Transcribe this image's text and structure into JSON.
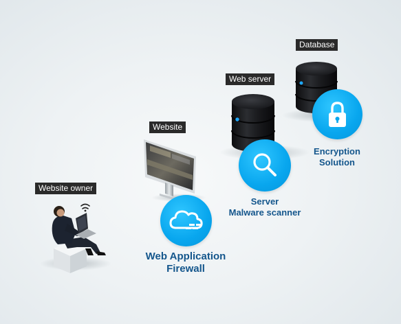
{
  "labels": {
    "owner": "Website owner",
    "website": "Website",
    "webserver": "Web server",
    "database": "Database"
  },
  "captions": {
    "waf_line1": "Web Application",
    "waf_line2": "Firewall",
    "scanner_line1": "Server",
    "scanner_line2": "Malware scanner",
    "encryption_line1": "Encryption",
    "encryption_line2": "Solution"
  },
  "icons": {
    "waf": "cloud-icon",
    "scanner": "magnifier-icon",
    "encryption": "padlock-icon"
  },
  "colors": {
    "badge": "#0aa7ee",
    "caption": "#14568c",
    "tag_background": "#2a2a2a",
    "tag_text": "#ffffff"
  }
}
